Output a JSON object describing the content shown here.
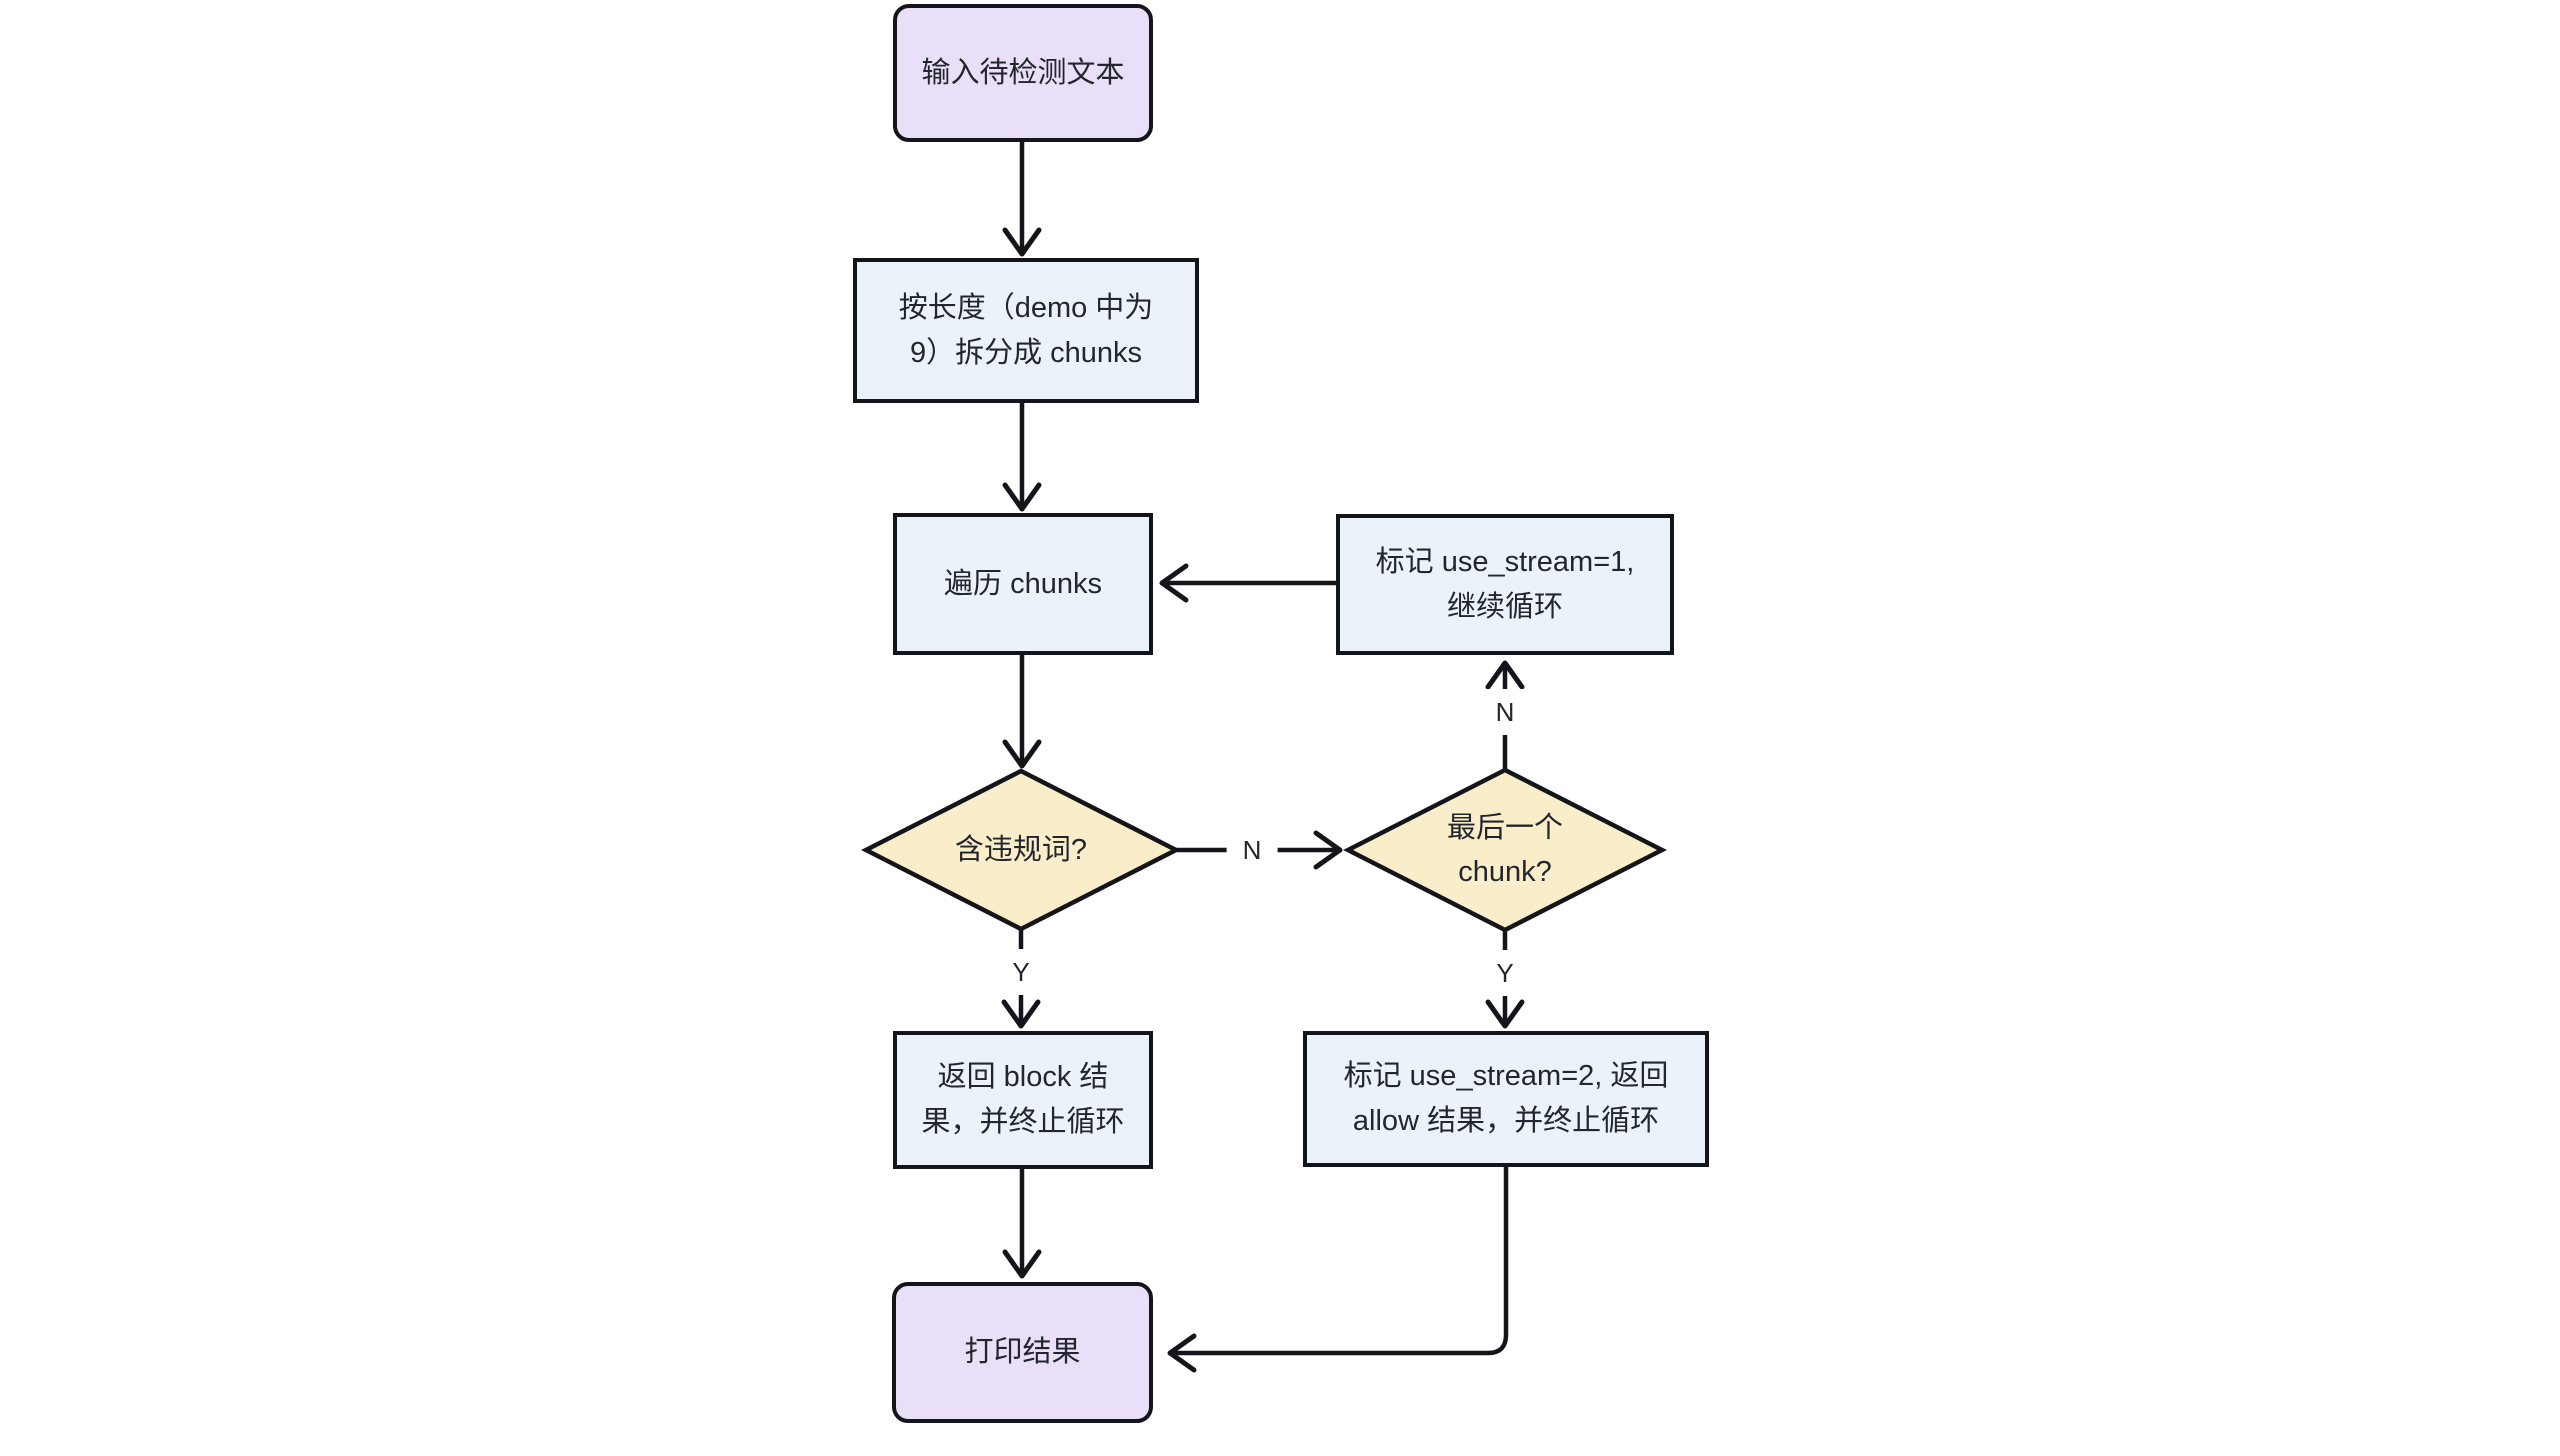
{
  "title": "stream-moderation-flowchart",
  "colors": {
    "node_purple": "#E9DFF8",
    "node_blue": "#ECF2FA",
    "decision_fill": "#FAEDCA",
    "border": "#14151a",
    "edge": "#14151a",
    "text": "#24262e"
  },
  "nodes": {
    "input": {
      "label": "输入待检测文本"
    },
    "split": {
      "label": "按长度（demo 中为\n9）拆分成 chunks"
    },
    "iterate": {
      "label": "遍历 chunks"
    },
    "mark_stream1": {
      "label": "标记 use_stream=1,\n继续循环"
    },
    "has_violation": {
      "label": "含违规词?"
    },
    "last_chunk": {
      "label": "最后一个\nchunk?"
    },
    "return_block": {
      "label": "返回 block 结\n果，并终止循环"
    },
    "mark_stream2": {
      "label": "标记 use_stream=2, 返回\nallow 结果，并终止循环"
    },
    "print_result": {
      "label": "打印结果"
    }
  },
  "edge_labels": {
    "violation_no": "N",
    "violation_yes": "Y",
    "last_chunk_no": "N",
    "last_chunk_yes": "Y"
  }
}
